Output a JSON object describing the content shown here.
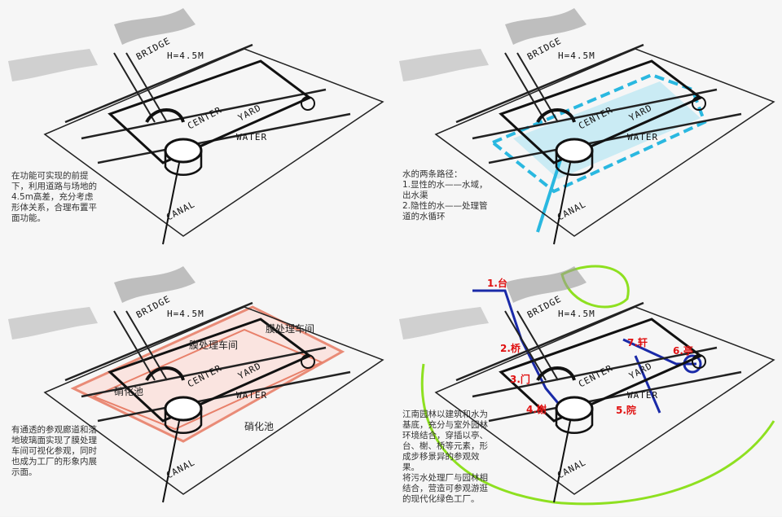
{
  "sketch_labels": {
    "bridge": "BRIDGE",
    "height": "H=4.5M",
    "center": "CENTER",
    "yard": "YARD",
    "water": "WATER",
    "canal": "CANAL"
  },
  "panels": [
    {
      "description": "在功能可实现的前提下，利用道路与场地的4.5m高差，充分考虑形体关系，合理布置平面功能。"
    },
    {
      "description": "水的两条路径：\n1.显性的水——水域，出水渠\n2.隐性的水——处理管道的水循环",
      "accent": "#2ab8e0"
    },
    {
      "description": "有通透的参观廊道和落地玻璃面实现了膜处理车间可视化参观，同时也成为工厂的形象内展示面。",
      "accent": "#e8806a",
      "labels": [
        "膜处理车间",
        "膜处理车间",
        "硝化池",
        "硝化池"
      ]
    },
    {
      "description": "江南园林以建筑和水为基底，充分与室外园林环境结合，穿插以亭、台、榭、桥等元素，形成步移景异的参观效果。\n将污水处理厂与园林相结合，营造可参观游逛的现代化绿色工厂。",
      "accent": "#1a2aa8",
      "green": "#8ee020",
      "labels": [
        "1.台",
        "2.桥",
        "3.门",
        "4.榭",
        "5.院",
        "6.亭",
        "7.轩"
      ]
    }
  ]
}
